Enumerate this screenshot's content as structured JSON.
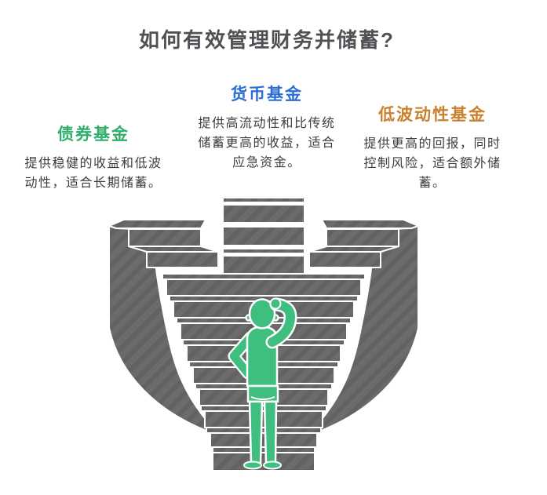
{
  "title": "如何有效管理财务并储蓄?",
  "sections": [
    {
      "heading": "债券基金",
      "heading_color": "#31AE6B",
      "desc": "提供稳健的收益和低波动性，适合长期储蓄。"
    },
    {
      "heading": "货币基金",
      "heading_color": "#2B6FD4",
      "desc": "提供高流动性和比传统储蓄更高的收益，适合应急资金。"
    },
    {
      "heading": "低波动性基金",
      "heading_color": "#C8822F",
      "desc": "提供更高的回报，同时控制风险，适合额外储蓄。"
    }
  ],
  "illustration": {
    "name": "person-facing-staircase-funnel",
    "structure_color": "#6B6B6B",
    "stripe_color": "#626262",
    "outline_color": "#FFFFFF",
    "person_color": "#3FBF7F"
  }
}
